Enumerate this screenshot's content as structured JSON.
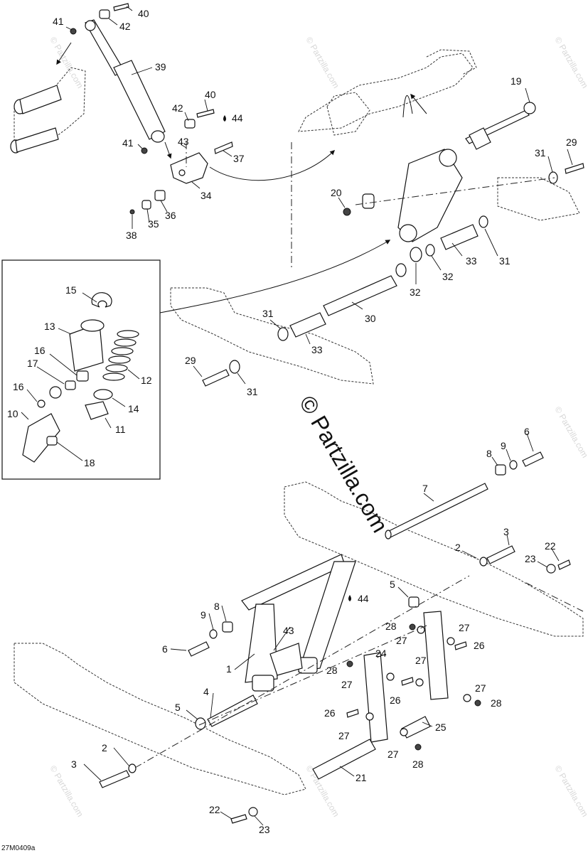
{
  "diagram": {
    "drawing_code": "27M0409a",
    "watermark_center": "© Partzilla.com",
    "watermark_small": "© Partzilla.com",
    "callouts": {
      "c1": "1",
      "c2a": "2",
      "c2b": "2",
      "c3a": "3",
      "c3b": "3",
      "c4": "4",
      "c5a": "5",
      "c5b": "5",
      "c6a": "6",
      "c6b": "6",
      "c7": "7",
      "c8a": "8",
      "c8b": "8",
      "c9a": "9",
      "c9b": "9",
      "c10": "10",
      "c11": "11",
      "c12": "12",
      "c13": "13",
      "c14": "14",
      "c15": "15",
      "c16a": "16",
      "c16b": "16",
      "c17": "17",
      "c18": "18",
      "c19": "19",
      "c20": "20",
      "c21": "21",
      "c22a": "22",
      "c22b": "22",
      "c23a": "23",
      "c23b": "23",
      "c24": "24",
      "c25": "25",
      "c26a": "26",
      "c26b": "26",
      "c26c": "26",
      "c27a": "27",
      "c27b": "27",
      "c27c": "27",
      "c27d": "27",
      "c27e": "27",
      "c27f": "27",
      "c27g": "27",
      "c28a": "28",
      "c28b": "28",
      "c28c": "28",
      "c28d": "28",
      "c29a": "29",
      "c29b": "29",
      "c30": "30",
      "c31a": "31",
      "c31b": "31",
      "c31c": "31",
      "c31d": "31",
      "c32a": "32",
      "c32b": "32",
      "c33a": "33",
      "c33b": "33",
      "c34": "34",
      "c35": "35",
      "c36": "36",
      "c37": "37",
      "c38": "38",
      "c39": "39",
      "c40a": "40",
      "c40b": "40",
      "c41a": "41",
      "c41b": "41",
      "c42a": "42",
      "c42b": "42",
      "c43a": "43",
      "c43b": "43",
      "c44a": "44",
      "c44b": "44"
    }
  }
}
